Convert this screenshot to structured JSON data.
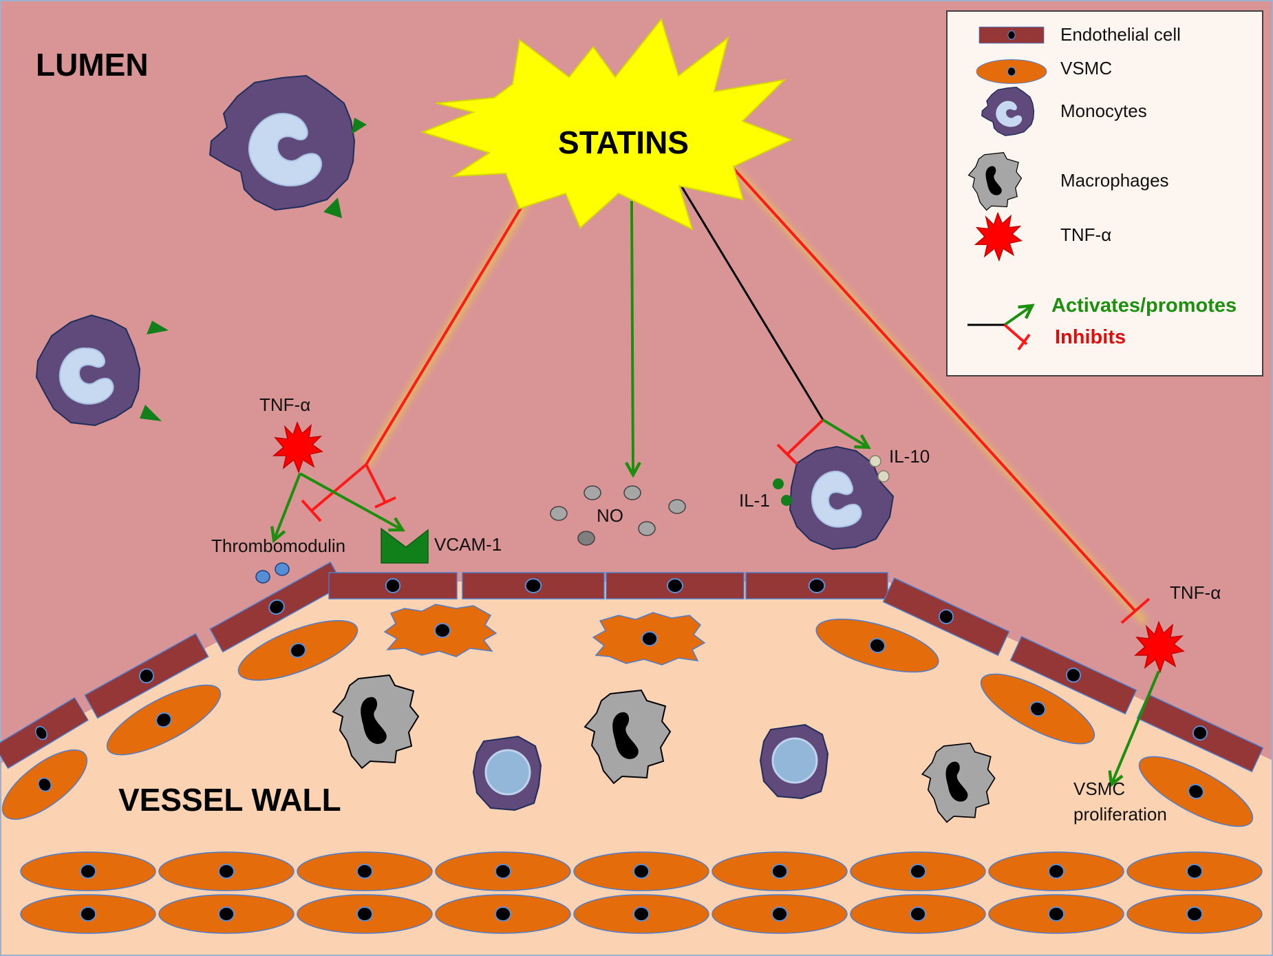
{
  "regions": {
    "lumen": "LUMEN",
    "vessel_wall": "VESSEL WALL"
  },
  "center": {
    "statins": "STATINS"
  },
  "labels": {
    "tnf_left": "TNF-α",
    "thrombomodulin": "Thrombomodulin",
    "vcam1": "VCAM-1",
    "no": "NO",
    "il1": "IL-1",
    "il10": "IL-10",
    "tnf_right": "TNF-α",
    "vsmc_line1": "VSMC",
    "vsmc_line2": "proliferation"
  },
  "legend": {
    "endothelial": "Endothelial cell",
    "vsmc": "VSMC",
    "monocytes": "Monocytes",
    "macrophages": "Macrophages",
    "tnf": "TNF-α",
    "activates": "Activates/promotes",
    "inhibits": "Inhibits"
  },
  "colors": {
    "lumen": "#d99595",
    "vessel_wall": "#fbd3b3",
    "endothelial": "#953637",
    "vsmc": "#e46c0a",
    "monocyte": "#604a7b",
    "macrophage": "#a6a6a6",
    "statins_burst": "#ffff00",
    "activate": "#1d8f0f",
    "inhibit": "#ff1a1a"
  }
}
